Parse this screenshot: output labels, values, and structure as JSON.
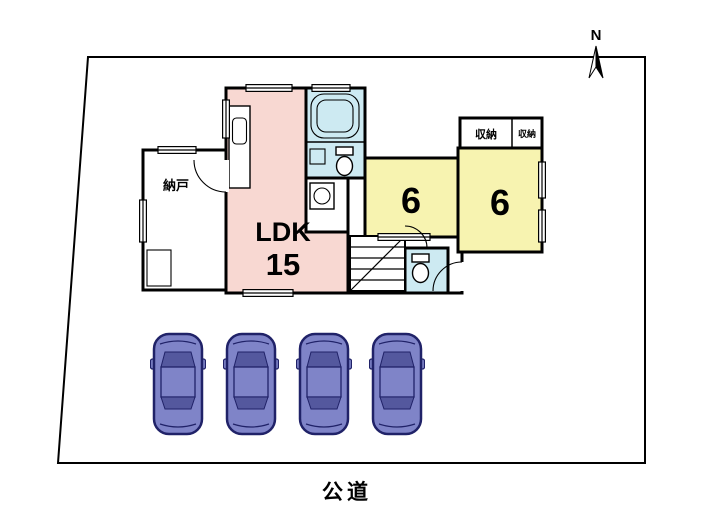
{
  "compass": {
    "label": "N"
  },
  "road_label": "公道",
  "rooms": {
    "ldk": {
      "label": "LDK",
      "area": "15"
    },
    "tatami1": {
      "area": "6"
    },
    "tatami2": {
      "area": "6"
    },
    "storage": {
      "label": "納戸"
    },
    "closet1": {
      "label": "収納"
    },
    "closet2": {
      "label": "収納"
    }
  },
  "parking": {
    "count": 4
  },
  "colors": {
    "ldk": "#f8d8d2",
    "tatami": "#f7f3b0",
    "wet_area": "#cdeaf2",
    "wall": "#000000",
    "car_body": "#7f84c8",
    "car_window": "#54589e",
    "car_outline": "#202268"
  }
}
